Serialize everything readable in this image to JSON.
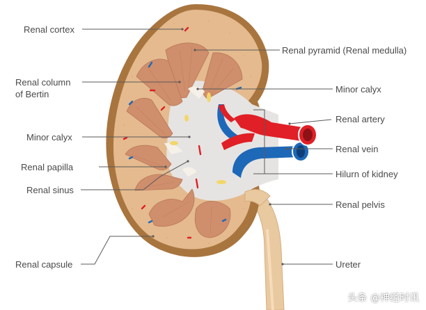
{
  "diagram": {
    "labels": {
      "renal_cortex": "Renal cortex",
      "renal_column": "Renal column",
      "of_bertin": "of Bertin",
      "minor_calyx_left": "Minor calyx",
      "renal_papilla": "Renal papilla",
      "renal_sinus": "Renal sinus",
      "renal_capsule": "Renal capsule",
      "renal_pyramid": "Renal pyramid (Renal medulla)",
      "minor_calyx_right": "Minor calyx",
      "renal_artery": "Renal artery",
      "renal_vein": "Renal vein",
      "hilum": "Hilurn of kidney",
      "renal_pelvis": "Renal pelvis",
      "ureter": "Ureter"
    },
    "watermark": "头条 @神经时讯"
  },
  "colors": {
    "capsule": "#a8753f",
    "cortex": "#e4ba8e",
    "pyramid": "#cf8e6c",
    "sinus": "#e6e4e2",
    "artery": "#e01f26",
    "vein": "#1e68b8",
    "ureter": "#e9c9a0",
    "leader_line": "#5a5a5a",
    "text": "#4a4a4a"
  }
}
